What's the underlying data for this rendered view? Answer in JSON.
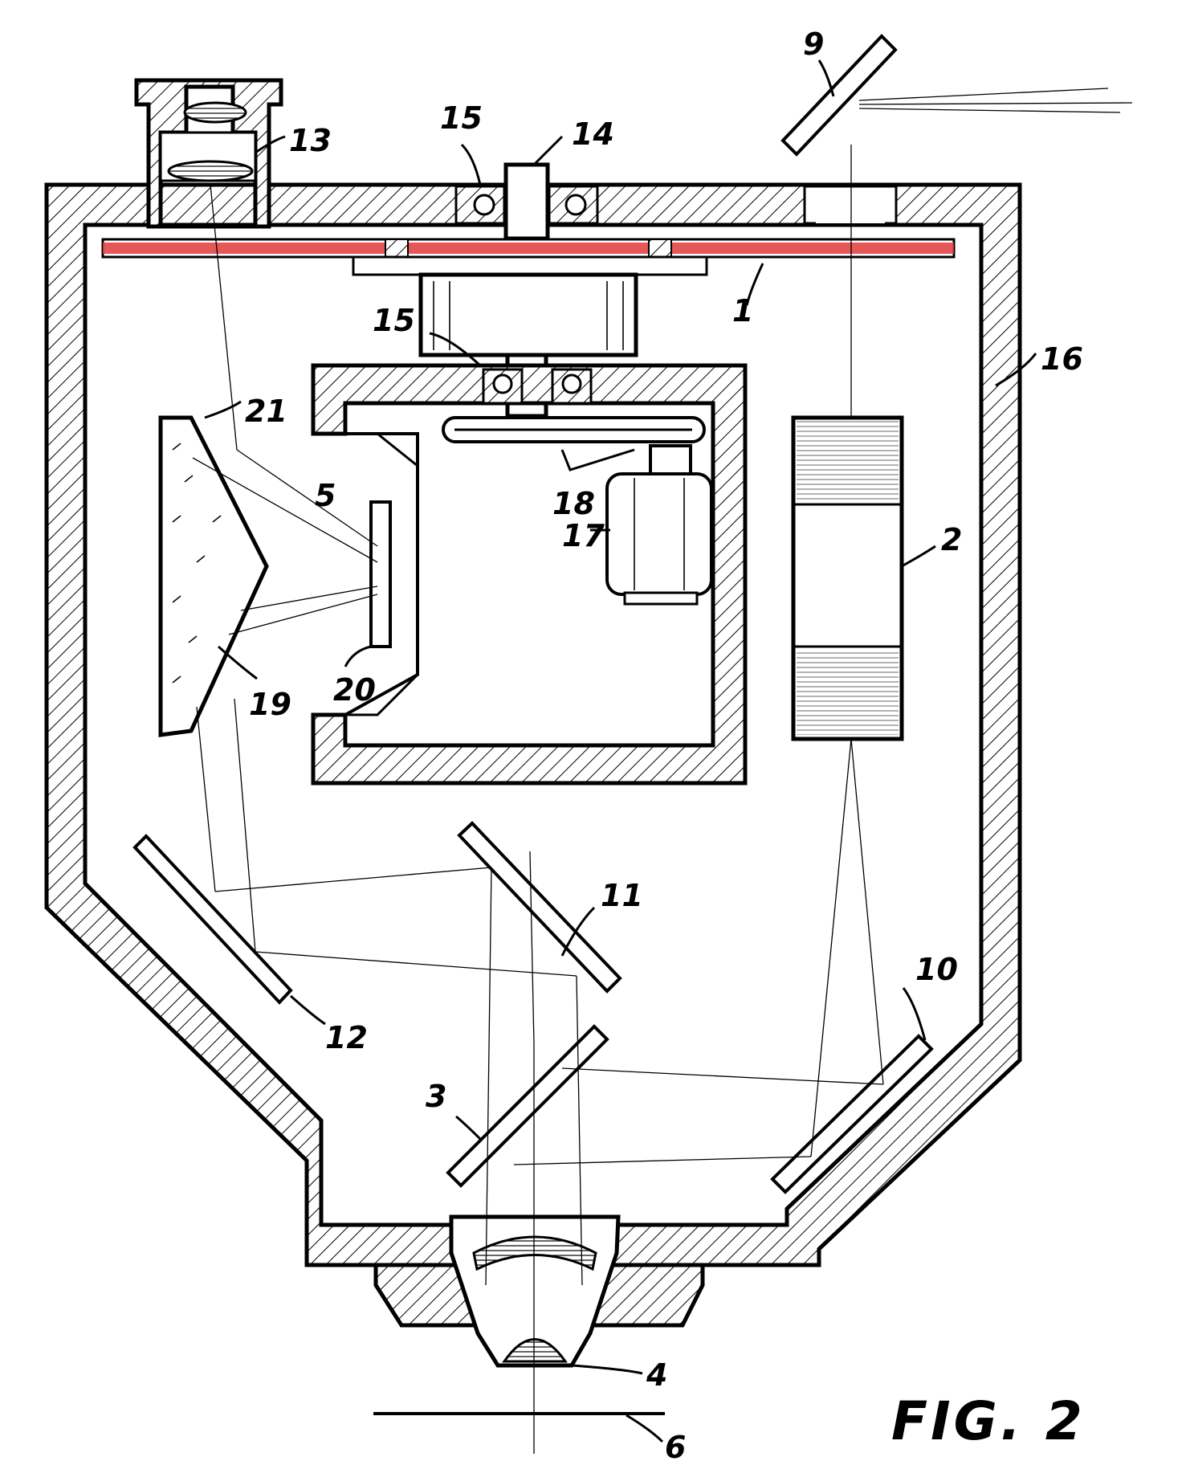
{
  "labels": {
    "l1": "1",
    "l2": "2",
    "l3": "3",
    "l4": "4",
    "l5": "5",
    "l6": "6",
    "l9": "9",
    "l10": "10",
    "l11": "11",
    "l12": "12",
    "l13": "13",
    "l14": "14",
    "l15a": "15",
    "l15b": "15",
    "l16": "16",
    "l17": "17",
    "l18": "18",
    "l19": "19",
    "l20": "20",
    "l21": "21"
  },
  "caption": "FIG. 2",
  "colors": {
    "ink": "#000000",
    "paper": "#ffffff",
    "highlight": "#e23a3a"
  }
}
